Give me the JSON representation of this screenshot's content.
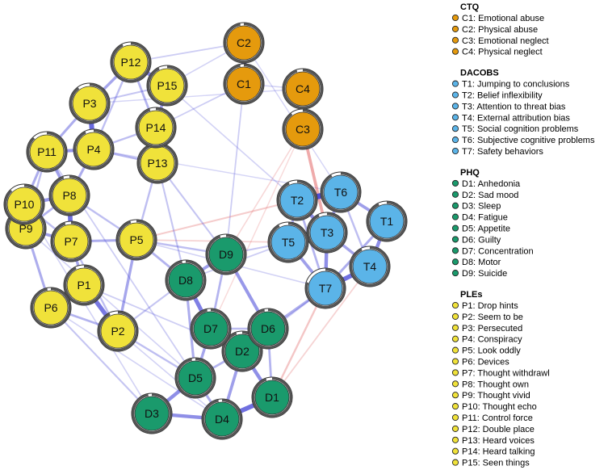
{
  "colors": {
    "CTQ": "#e59a0d",
    "DACOBS": "#5bb4e8",
    "PHQ": "#1a9a6c",
    "PLEs": "#f0e23a",
    "positive_edge": "#4a4ad8",
    "negative_edge": "#e06060"
  },
  "groups": [
    {
      "id": "CTQ",
      "title": "CTQ"
    },
    {
      "id": "DACOBS",
      "title": "DACOBS"
    },
    {
      "id": "PHQ",
      "title": "PHQ"
    },
    {
      "id": "PLEs",
      "title": "PLEs"
    }
  ],
  "nodes": [
    {
      "id": "C1",
      "group": "CTQ",
      "legend": "C1: Emotional abuse",
      "pie": 0.97
    },
    {
      "id": "C2",
      "group": "CTQ",
      "legend": "C2: Physical abuse",
      "pie": 0.97
    },
    {
      "id": "C3",
      "group": "CTQ",
      "legend": "C3: Emotional neglect",
      "pie": 0.9
    },
    {
      "id": "C4",
      "group": "CTQ",
      "legend": "C4: Physical neglect",
      "pie": 0.95
    },
    {
      "id": "T1",
      "group": "DACOBS",
      "legend": "T1: Jumping to conclusions",
      "pie": 0.93
    },
    {
      "id": "T2",
      "group": "DACOBS",
      "legend": "T2: Belief inflexibility",
      "pie": 0.93
    },
    {
      "id": "T3",
      "group": "DACOBS",
      "legend": "T3: Attention to threat bias",
      "pie": 0.93
    },
    {
      "id": "T4",
      "group": "DACOBS",
      "legend": "T4: External attribution bias",
      "pie": 0.93
    },
    {
      "id": "T5",
      "group": "DACOBS",
      "legend": "T5: Social cognition problems",
      "pie": 0.92
    },
    {
      "id": "T6",
      "group": "DACOBS",
      "legend": "T6: Subjective cognitive problems",
      "pie": 0.92
    },
    {
      "id": "T7",
      "group": "DACOBS",
      "legend": "T7: Safety behaviors",
      "pie": 0.8
    },
    {
      "id": "D1",
      "group": "PHQ",
      "legend": "D1: Anhedonia",
      "pie": 0.95
    },
    {
      "id": "D2",
      "group": "PHQ",
      "legend": "D2: Sad mood",
      "pie": 0.95
    },
    {
      "id": "D3",
      "group": "PHQ",
      "legend": "D3: Sleep",
      "pie": 0.97
    },
    {
      "id": "D4",
      "group": "PHQ",
      "legend": "D4: Fatigue",
      "pie": 0.97
    },
    {
      "id": "D5",
      "group": "PHQ",
      "legend": "D5: Appetite",
      "pie": 0.97
    },
    {
      "id": "D6",
      "group": "PHQ",
      "legend": "D6: Guilty",
      "pie": 0.97
    },
    {
      "id": "D7",
      "group": "PHQ",
      "legend": "D7: Concentration",
      "pie": 0.97
    },
    {
      "id": "D8",
      "group": "PHQ",
      "legend": "D8: Motor",
      "pie": 0.97
    },
    {
      "id": "D9",
      "group": "PHQ",
      "legend": "D9: Suicide",
      "pie": 0.95
    },
    {
      "id": "P1",
      "group": "PLEs",
      "legend": "P1: Drop hints",
      "pie": 0.93
    },
    {
      "id": "P2",
      "group": "PLEs",
      "legend": "P2: Seem to be",
      "pie": 0.93
    },
    {
      "id": "P3",
      "group": "PLEs",
      "legend": "P3: Persecuted",
      "pie": 0.9
    },
    {
      "id": "P4",
      "group": "PLEs",
      "legend": "P4: Conspiracy",
      "pie": 0.93
    },
    {
      "id": "P5",
      "group": "PLEs",
      "legend": "P5: Look oddly",
      "pie": 0.95
    },
    {
      "id": "P6",
      "group": "PLEs",
      "legend": "P6: Devices",
      "pie": 0.97
    },
    {
      "id": "P7",
      "group": "PLEs",
      "legend": "P7: Thought withdrawl",
      "pie": 0.95
    },
    {
      "id": "P8",
      "group": "PLEs",
      "legend": "P8: Thought own",
      "pie": 0.95
    },
    {
      "id": "P9",
      "group": "PLEs",
      "legend": "P9: Thought vivid",
      "pie": 0.95
    },
    {
      "id": "P10",
      "group": "PLEs",
      "legend": "P10: Thought echo",
      "pie": 0.88
    },
    {
      "id": "P11",
      "group": "PLEs",
      "legend": "P11: Control force",
      "pie": 0.88
    },
    {
      "id": "P12",
      "group": "PLEs",
      "legend": "P12: Double place",
      "pie": 0.93
    },
    {
      "id": "P13",
      "group": "PLEs",
      "legend": "P13: Heard voices",
      "pie": 0.95
    },
    {
      "id": "P14",
      "group": "PLEs",
      "legend": "P14: Heard talking",
      "pie": 0.95
    },
    {
      "id": "P15",
      "group": "PLEs",
      "legend": "P15: Seen things",
      "pie": 0.93
    }
  ],
  "edges": [
    {
      "a": "C1",
      "b": "C2",
      "w": 0.9,
      "sign": 1
    },
    {
      "a": "C3",
      "b": "C4",
      "w": 0.85,
      "sign": 1
    },
    {
      "a": "C3",
      "b": "T3",
      "w": 0.45,
      "sign": -1
    },
    {
      "a": "C1",
      "b": "C4",
      "w": 0.12,
      "sign": 1
    },
    {
      "a": "C1",
      "b": "D9",
      "w": 0.15,
      "sign": 1
    },
    {
      "a": "C3",
      "b": "D9",
      "w": 0.12,
      "sign": -1
    },
    {
      "a": "C3",
      "b": "D7",
      "w": 0.1,
      "sign": -1
    },
    {
      "a": "C2",
      "b": "P15",
      "w": 0.12,
      "sign": 1
    },
    {
      "a": "C2",
      "b": "T6",
      "w": 0.1,
      "sign": 1
    },
    {
      "a": "T2",
      "b": "T6",
      "w": 0.95,
      "sign": 1
    },
    {
      "a": "T2",
      "b": "T3",
      "w": 0.55,
      "sign": 1
    },
    {
      "a": "T3",
      "b": "T6",
      "w": 0.45,
      "sign": 1
    },
    {
      "a": "T3",
      "b": "T7",
      "w": 0.55,
      "sign": 1
    },
    {
      "a": "T4",
      "b": "T7",
      "w": 0.75,
      "sign": 1
    },
    {
      "a": "T1",
      "b": "T4",
      "w": 0.55,
      "sign": 1
    },
    {
      "a": "T1",
      "b": "T6",
      "w": 0.45,
      "sign": 1
    },
    {
      "a": "T1",
      "b": "T7",
      "w": 0.35,
      "sign": 1
    },
    {
      "a": "T3",
      "b": "T4",
      "w": 0.4,
      "sign": 1
    },
    {
      "a": "T5",
      "b": "T2",
      "w": 0.35,
      "sign": 1
    },
    {
      "a": "T5",
      "b": "T7",
      "w": 0.45,
      "sign": 1
    },
    {
      "a": "T2",
      "b": "T7",
      "w": 0.3,
      "sign": 1
    },
    {
      "a": "T6",
      "b": "T4",
      "w": 0.25,
      "sign": 1
    },
    {
      "a": "T7",
      "b": "D6",
      "w": 0.35,
      "sign": 1
    },
    {
      "a": "T7",
      "b": "D1",
      "w": 0.25,
      "sign": -1
    },
    {
      "a": "T5",
      "b": "D9",
      "w": 0.2,
      "sign": 1
    },
    {
      "a": "T2",
      "b": "P5",
      "w": 0.2,
      "sign": -1
    },
    {
      "a": "T7",
      "b": "D2",
      "w": 0.2,
      "sign": 1
    },
    {
      "a": "T5",
      "b": "D8",
      "w": 0.15,
      "sign": 1
    },
    {
      "a": "D1",
      "b": "D4",
      "w": 0.75,
      "sign": 1
    },
    {
      "a": "D2",
      "b": "D6",
      "w": 0.7,
      "sign": 1
    },
    {
      "a": "D7",
      "b": "D8",
      "w": 0.65,
      "sign": 1
    },
    {
      "a": "D2",
      "b": "D1",
      "w": 0.55,
      "sign": 1
    },
    {
      "a": "D5",
      "b": "D3",
      "w": 0.55,
      "sign": 1
    },
    {
      "a": "D3",
      "b": "D4",
      "w": 0.55,
      "sign": 1
    },
    {
      "a": "D8",
      "b": "D9",
      "w": 0.45,
      "sign": 1
    },
    {
      "a": "D9",
      "b": "D6",
      "w": 0.5,
      "sign": 1
    },
    {
      "a": "D2",
      "b": "D4",
      "w": 0.45,
      "sign": 1
    },
    {
      "a": "D5",
      "b": "D7",
      "w": 0.4,
      "sign": 1
    },
    {
      "a": "D2",
      "b": "D7",
      "w": 0.35,
      "sign": 1
    },
    {
      "a": "D5",
      "b": "D4",
      "w": 0.35,
      "sign": 1
    },
    {
      "a": "D5",
      "b": "D8",
      "w": 0.35,
      "sign": 1
    },
    {
      "a": "D5",
      "b": "D2",
      "w": 0.3,
      "sign": 1
    },
    {
      "a": "D9",
      "b": "D7",
      "w": 0.3,
      "sign": 1
    },
    {
      "a": "D6",
      "b": "D7",
      "w": 0.25,
      "sign": 1
    },
    {
      "a": "D8",
      "b": "P5",
      "w": 0.3,
      "sign": 1
    },
    {
      "a": "D8",
      "b": "P2",
      "w": 0.2,
      "sign": 1
    },
    {
      "a": "D5",
      "b": "P2",
      "w": 0.25,
      "sign": 1
    },
    {
      "a": "D9",
      "b": "P5",
      "w": 0.25,
      "sign": 1
    },
    {
      "a": "D3",
      "b": "P6",
      "w": 0.2,
      "sign": 1
    },
    {
      "a": "D1",
      "b": "D6",
      "w": 0.3,
      "sign": 1
    },
    {
      "a": "P3",
      "b": "P4",
      "w": 0.8,
      "sign": 1
    },
    {
      "a": "P7",
      "b": "P8",
      "w": 0.75,
      "sign": 1
    },
    {
      "a": "P1",
      "b": "P2",
      "w": 0.7,
      "sign": 1
    },
    {
      "a": "P12",
      "b": "P15",
      "w": 0.6,
      "sign": 1
    },
    {
      "a": "P14",
      "b": "P13",
      "w": 0.6,
      "sign": 1
    },
    {
      "a": "P11",
      "b": "P4",
      "w": 0.5,
      "sign": 1
    },
    {
      "a": "P10",
      "b": "P8",
      "w": 0.5,
      "sign": 1
    },
    {
      "a": "P9",
      "b": "P7",
      "w": 0.45,
      "sign": 1
    },
    {
      "a": "P11",
      "b": "P8",
      "w": 0.45,
      "sign": 1
    },
    {
      "a": "P12",
      "b": "P3",
      "w": 0.4,
      "sign": 1
    },
    {
      "a": "P15",
      "b": "P14",
      "w": 0.45,
      "sign": 1
    },
    {
      "a": "P12",
      "b": "P14",
      "w": 0.3,
      "sign": 1
    },
    {
      "a": "P5",
      "b": "P2",
      "w": 0.4,
      "sign": 1
    },
    {
      "a": "P5",
      "b": "P7",
      "w": 0.35,
      "sign": 1
    },
    {
      "a": "P7",
      "b": "P1",
      "w": 0.4,
      "sign": 1
    },
    {
      "a": "P6",
      "b": "P1",
      "w": 0.35,
      "sign": 1
    },
    {
      "a": "P6",
      "b": "P2",
      "w": 0.3,
      "sign": 1
    },
    {
      "a": "P6",
      "b": "P9",
      "w": 0.35,
      "sign": 1
    },
    {
      "a": "P9",
      "b": "P10",
      "w": 0.3,
      "sign": 1
    },
    {
      "a": "P10",
      "b": "P11",
      "w": 0.35,
      "sign": 1
    },
    {
      "a": "P4",
      "b": "P8",
      "w": 0.35,
      "sign": 1
    },
    {
      "a": "P4",
      "b": "P13",
      "w": 0.3,
      "sign": 1
    },
    {
      "a": "P4",
      "b": "P14",
      "w": 0.25,
      "sign": 1
    },
    {
      "a": "P3",
      "b": "P11",
      "w": 0.35,
      "sign": 1
    },
    {
      "a": "P13",
      "b": "P5",
      "w": 0.25,
      "sign": 1
    },
    {
      "a": "P8",
      "b": "P9",
      "w": 0.3,
      "sign": 1
    },
    {
      "a": "P10",
      "b": "P7",
      "w": 0.25,
      "sign": 1
    },
    {
      "a": "P11",
      "b": "P9",
      "w": 0.25,
      "sign": 1
    },
    {
      "a": "P12",
      "b": "P4",
      "w": 0.25,
      "sign": 1
    },
    {
      "a": "P7",
      "b": "P2",
      "w": 0.25,
      "sign": 1
    },
    {
      "a": "P8",
      "b": "P5",
      "w": 0.25,
      "sign": 1
    },
    {
      "a": "P15",
      "b": "P3",
      "w": 0.2,
      "sign": 1
    },
    {
      "a": "P13",
      "b": "D9",
      "w": 0.2,
      "sign": 1
    },
    {
      "a": "P14",
      "b": "C1",
      "w": 0.15,
      "sign": 1
    },
    {
      "a": "P12",
      "b": "C2",
      "w": 0.15,
      "sign": 1
    },
    {
      "a": "P15",
      "b": "T2",
      "w": 0.12,
      "sign": 1
    },
    {
      "a": "P5",
      "b": "T7",
      "w": 0.12,
      "sign": 1
    },
    {
      "a": "P4",
      "b": "T6",
      "w": 0.1,
      "sign": 1
    },
    {
      "a": "P3",
      "b": "C4",
      "w": 0.1,
      "sign": 1
    },
    {
      "a": "P11",
      "b": "D5",
      "w": 0.15,
      "sign": 1
    },
    {
      "a": "P10",
      "b": "D3",
      "w": 0.12,
      "sign": 1
    },
    {
      "a": "P6",
      "b": "D4",
      "w": 0.12,
      "sign": 1
    },
    {
      "a": "P1",
      "b": "D2",
      "w": 0.15,
      "sign": 1
    },
    {
      "a": "P9",
      "b": "D5",
      "w": 0.12,
      "sign": 1
    },
    {
      "a": "P13",
      "b": "D8",
      "w": 0.2,
      "sign": 1
    },
    {
      "a": "P2",
      "b": "D4",
      "w": 0.12,
      "sign": 1
    },
    {
      "a": "D1",
      "b": "T4",
      "w": 0.15,
      "sign": -1
    },
    {
      "a": "P5",
      "b": "T5",
      "w": 0.15,
      "sign": -1
    }
  ]
}
